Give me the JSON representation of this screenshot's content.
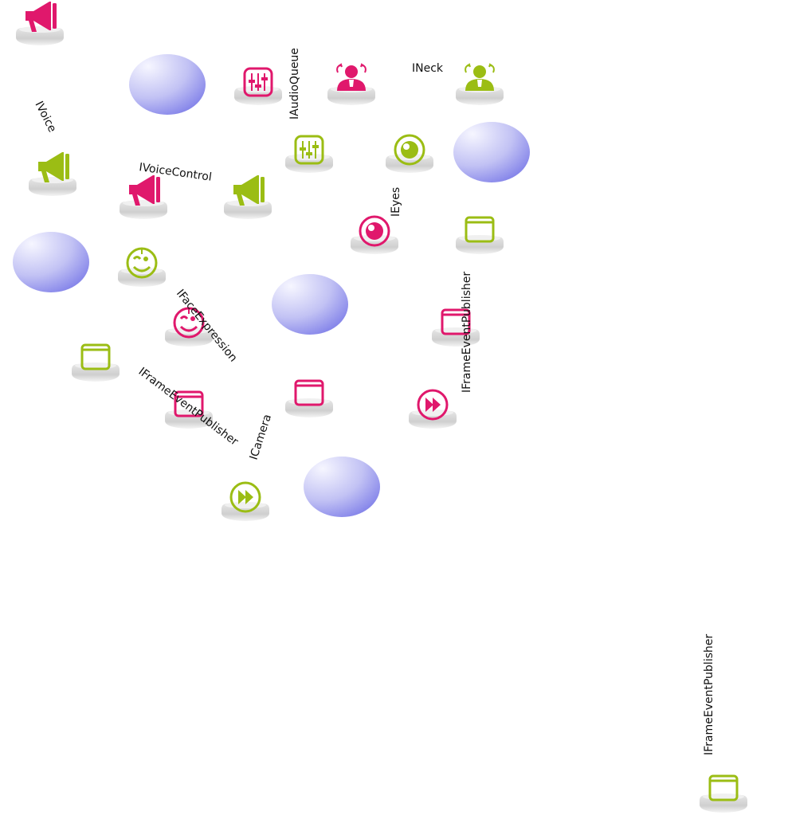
{
  "diagram": {
    "colors": {
      "pink": "#e0186c",
      "green": "#9bbd14",
      "blob_light": "#f2f2ff",
      "blob_dark": "#7a7aea",
      "pedestal": "#d7d7d7"
    },
    "labels": {
      "ivoice": "IVoice",
      "iaudioqueue": "IAudioQueue",
      "ineck": "INeck",
      "ivoicecontrol": "IVoiceControl",
      "ieyes": "IEyes",
      "ifaceexpression": "IFaceExpression",
      "iframeeventpublisher_1": "IFrameEventPublisher",
      "iframeeventpublisher_2": "IFrameEventPublisher",
      "icamera": "ICamera",
      "iframeeventpublisher_3": "IFrameEventPublisher"
    },
    "icons": [
      {
        "name": "megaphone-icon",
        "color": "pink"
      },
      {
        "name": "mixer-icon",
        "color": "pink"
      },
      {
        "name": "person-icon",
        "color": "pink"
      },
      {
        "name": "person-icon",
        "color": "green"
      },
      {
        "name": "mixer-icon",
        "color": "green"
      },
      {
        "name": "eye-icon",
        "color": "green"
      },
      {
        "name": "megaphone-icon",
        "color": "green"
      },
      {
        "name": "megaphone-icon",
        "color": "pink"
      },
      {
        "name": "megaphone-icon",
        "color": "green"
      },
      {
        "name": "eye-icon",
        "color": "pink"
      },
      {
        "name": "window-icon",
        "color": "green"
      },
      {
        "name": "face-icon",
        "color": "green"
      },
      {
        "name": "face-icon",
        "color": "pink"
      },
      {
        "name": "window-icon",
        "color": "pink"
      },
      {
        "name": "window-icon",
        "color": "green"
      },
      {
        "name": "window-icon",
        "color": "pink"
      },
      {
        "name": "fast-forward-icon",
        "color": "pink"
      },
      {
        "name": "window-icon",
        "color": "pink"
      },
      {
        "name": "fast-forward-icon",
        "color": "green"
      },
      {
        "name": "window-icon",
        "color": "green"
      }
    ],
    "blobs": [
      "blob",
      "blob",
      "blob",
      "blob",
      "blob"
    ]
  }
}
